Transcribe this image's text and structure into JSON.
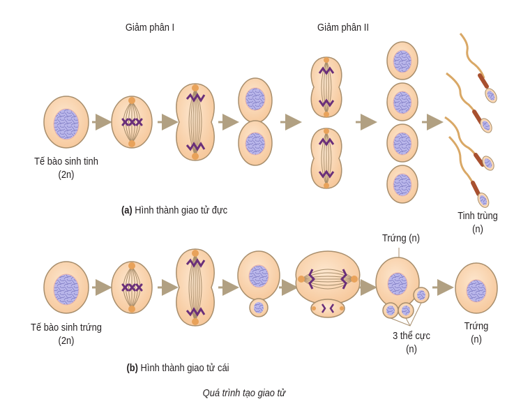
{
  "headings": {
    "meiosis_1": "Giảm phân I",
    "meiosis_2": "Giảm phân II"
  },
  "row_a": {
    "start_cell": {
      "line1": "Tế bào sinh tinh",
      "line2": "(2n)"
    },
    "panel_letter": "(a)",
    "panel_title": "Hình thành giao tử  đực",
    "end_label": {
      "line1": "Tinh trùng",
      "line2": "(n)"
    }
  },
  "row_b": {
    "start_cell": {
      "line1": "Tế bào sinh trứng",
      "line2": "(2n)"
    },
    "panel_letter": "(b)",
    "panel_title": "Hình thành giao tử cái",
    "egg_callout": "Trứng (n)",
    "polar_bodies": {
      "line1": "3 thể cực",
      "line2": "(n)"
    },
    "end_label": {
      "line1": "Trứng",
      "line2": "(n)"
    }
  },
  "caption": "Quá trình tạo giao tử",
  "colors": {
    "cytoplasm": "#fbd9b5",
    "membrane": "#a88e6c",
    "nucleus": "#b5b2e6",
    "chromosome": "#6a2f7a",
    "centrosome": "#e8a25a",
    "arrow": "#b1a082",
    "sperm_tail": "#d9a866",
    "midpiece": "#a8502f"
  }
}
